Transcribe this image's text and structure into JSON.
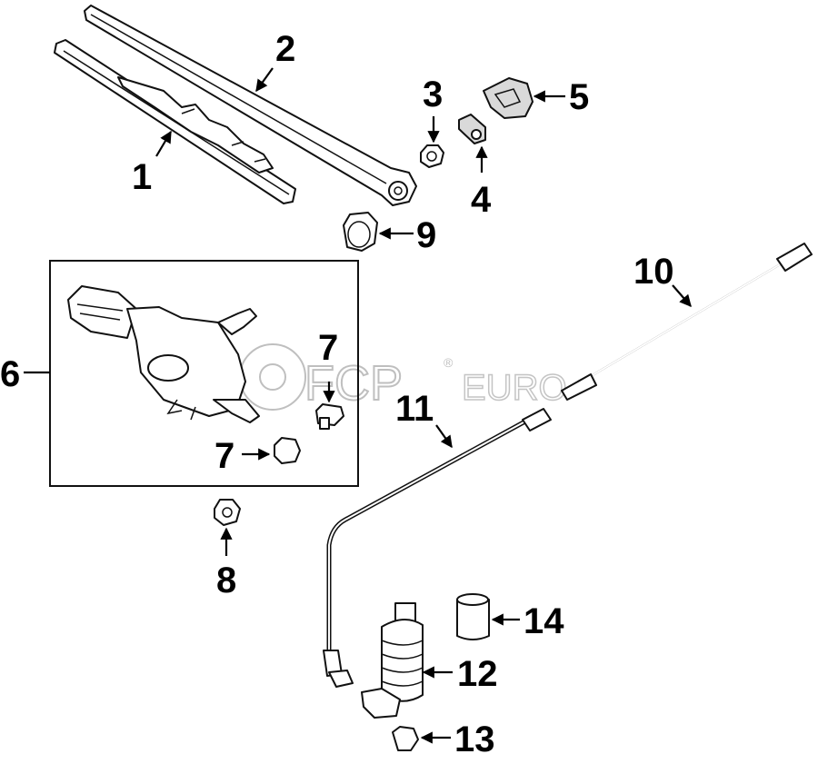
{
  "diagram": {
    "callouts": {
      "c1": "1",
      "c2": "2",
      "c3": "3",
      "c4": "4",
      "c5": "5",
      "c6": "6",
      "c7a": "7",
      "c7b": "7",
      "c8": "8",
      "c9": "9",
      "c10": "10",
      "c11": "11",
      "c12": "12",
      "c13": "13",
      "c14": "14"
    },
    "watermark": {
      "brand": "FCP",
      "registered": "®",
      "sub": "EURO"
    },
    "colors": {
      "line": "#111111",
      "fill": "#d9d9d9",
      "watermark": "#bfbfbf"
    }
  }
}
